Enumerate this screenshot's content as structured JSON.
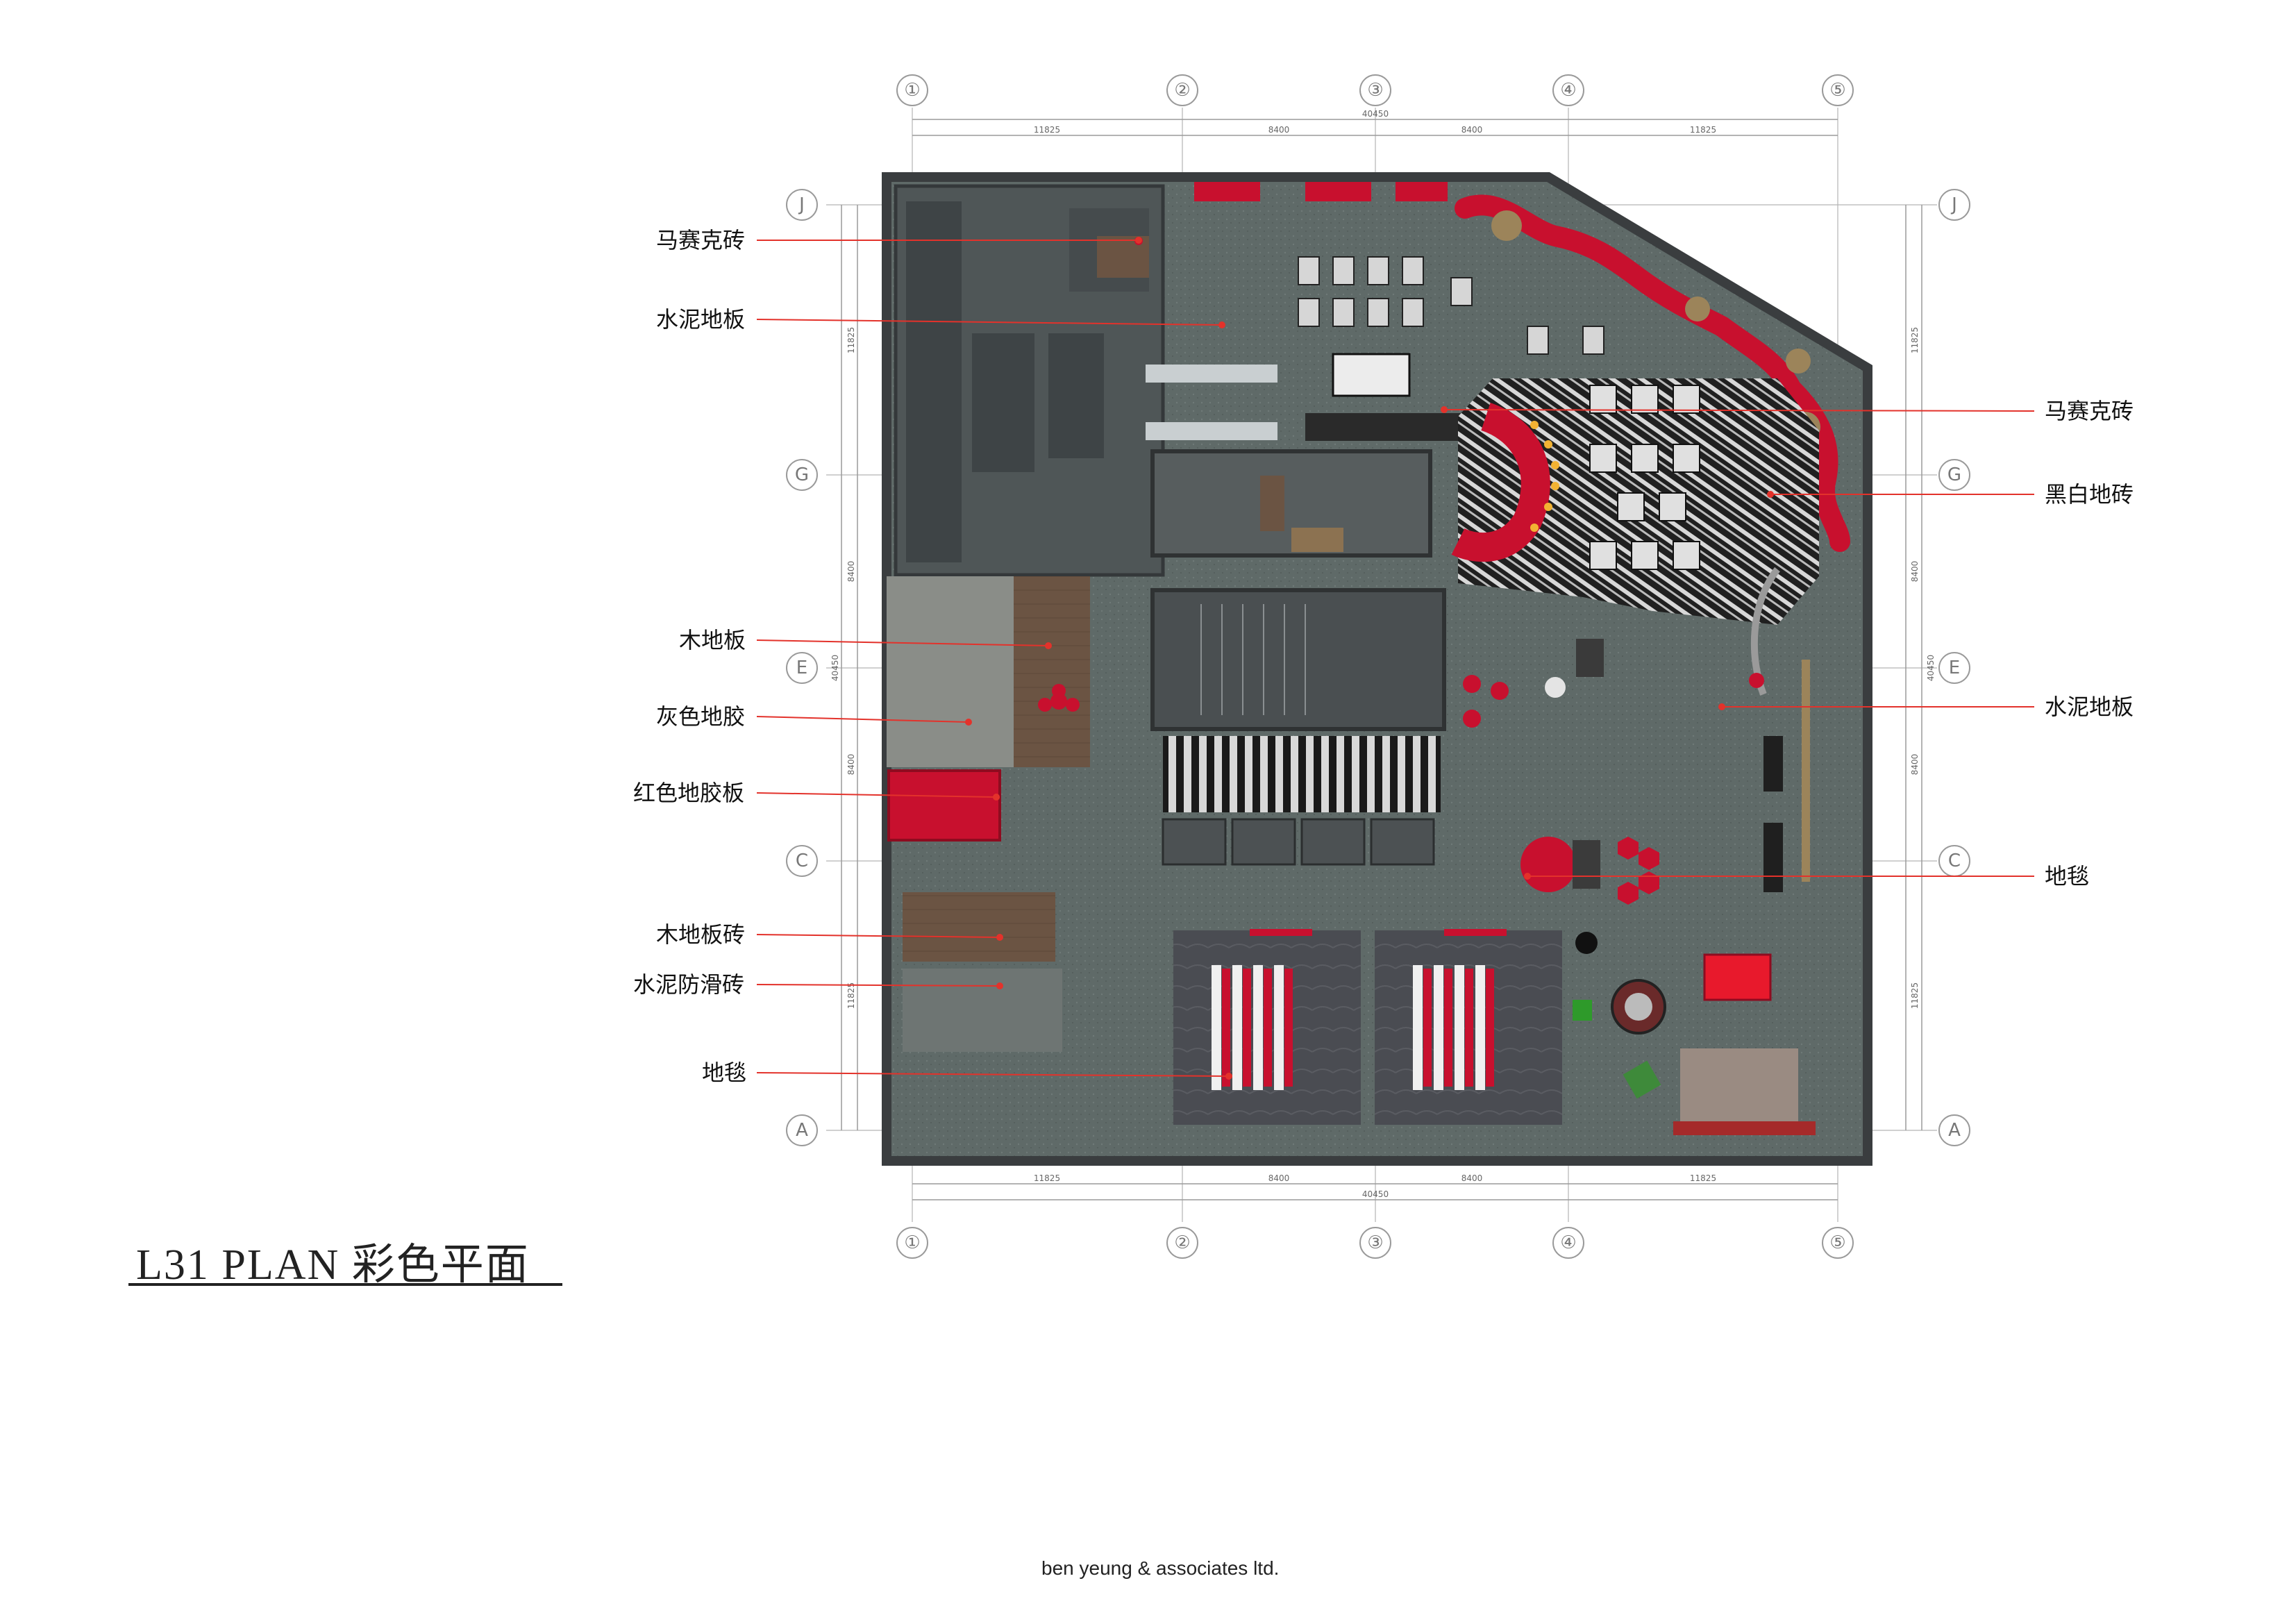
{
  "title": "L31 PLAN 彩色平面",
  "footer": "ben yeung & associates ltd.",
  "grid": {
    "columns": [
      "①",
      "②",
      "③",
      "④",
      "⑤"
    ],
    "rows": [
      "J",
      "G",
      "E",
      "C",
      "A"
    ],
    "horizontal_dimensions": [
      "11825",
      "8400",
      "8400",
      "11825"
    ],
    "horizontal_total": "40450",
    "vertical_dimensions": [
      "11825",
      "8400",
      "8400",
      "11825"
    ],
    "vertical_total": "40450"
  },
  "legend_left": [
    {
      "id": "mosaic-tile",
      "text": "马赛克砖"
    },
    {
      "id": "concrete-floor",
      "text": "水泥地板"
    },
    {
      "id": "wood-floor",
      "text": "木地板"
    },
    {
      "id": "grey-vinyl",
      "text": "灰色地胶"
    },
    {
      "id": "red-vinyl",
      "text": "红色地胶板"
    },
    {
      "id": "wood-tile",
      "text": "木地板砖"
    },
    {
      "id": "anti-slip",
      "text": "水泥防滑砖"
    },
    {
      "id": "carpet",
      "text": "地毯"
    }
  ],
  "legend_right": [
    {
      "id": "mosaic-tile-r",
      "text": "马赛克砖"
    },
    {
      "id": "bw-tile",
      "text": "黑白地砖"
    },
    {
      "id": "concrete-floor-r",
      "text": "水泥地板"
    },
    {
      "id": "carpet-r",
      "text": "地毯"
    }
  ],
  "colors": {
    "floor": "#5f6a68",
    "wall": "#3f4345",
    "wood": "#6b5443",
    "red": "#c8102e",
    "leader": "#e3322b",
    "grid_line": "#9a9a9a"
  }
}
